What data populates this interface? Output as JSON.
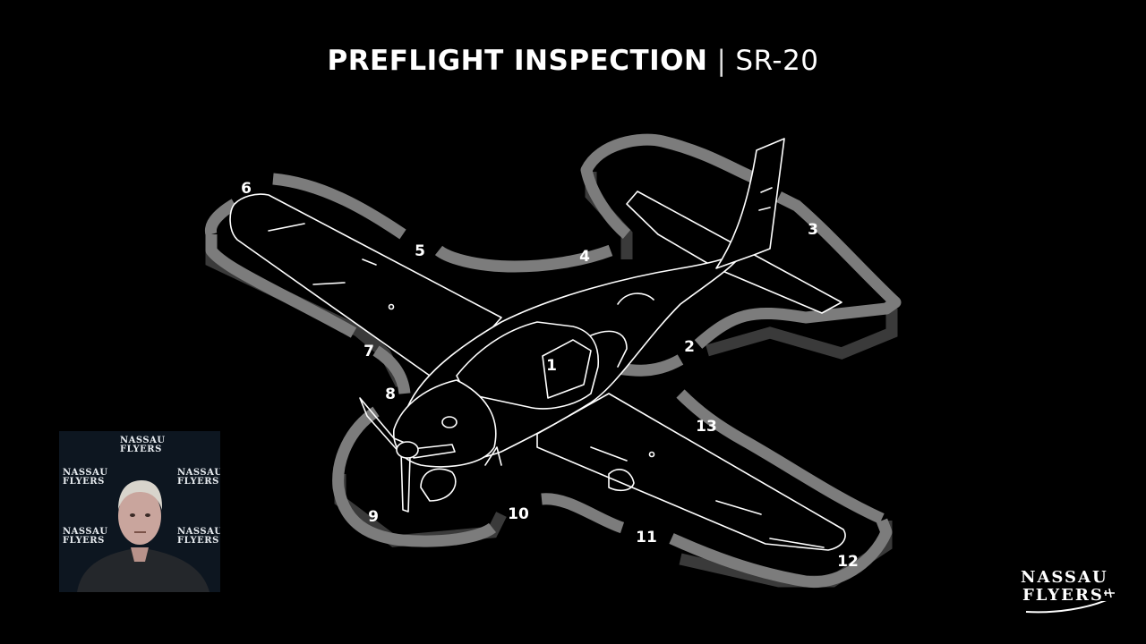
{
  "title": {
    "main": "PREFLIGHT INSPECTION",
    "separator": "|",
    "model": "SR-20"
  },
  "stations": [
    "1",
    "2",
    "3",
    "4",
    "5",
    "6",
    "7",
    "8",
    "9",
    "10",
    "11",
    "12",
    "13"
  ],
  "webcam": {
    "watermark_line1": "NASSAU",
    "watermark_line2": "FLYERS"
  },
  "logo": {
    "line1": "NASSAU",
    "line2": "FLYERS"
  },
  "colors": {
    "background": "#000000",
    "route": "#7c7c7c",
    "outline": "#ffffff"
  }
}
